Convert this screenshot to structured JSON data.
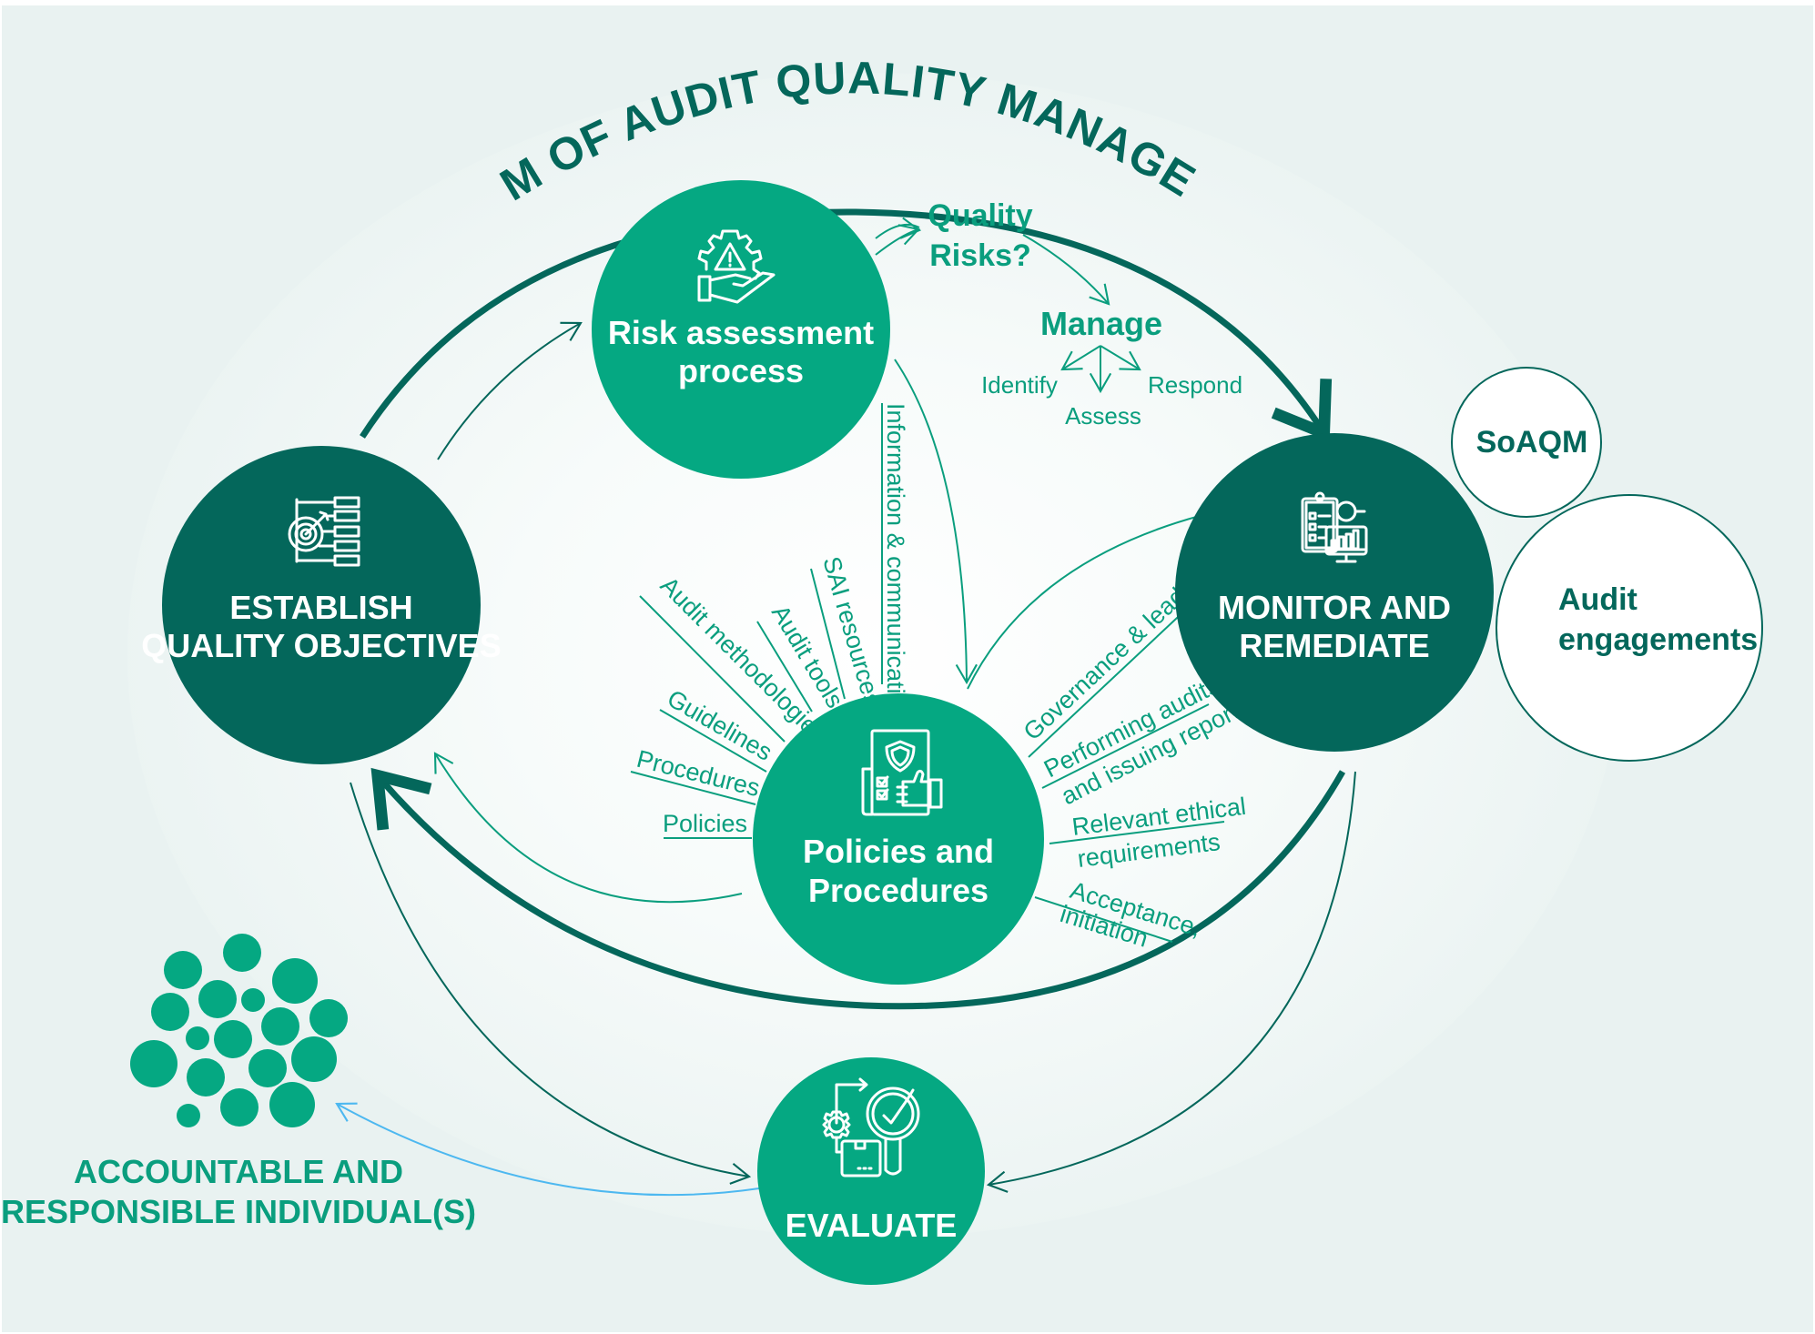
{
  "title": "SYSTEM OF AUDIT QUALITY MANAGEMENT?",
  "colors": {
    "dark_green": "#04675B",
    "mid_green": "#05A882",
    "text_green": "#0A9E7E",
    "blue_link": "#4DB8F0",
    "background": "#E9F2F1"
  },
  "nodes": {
    "establish": {
      "line1": "ESTABLISH",
      "line2": "QUALITY OBJECTIVES",
      "icon": "target-objectives-icon"
    },
    "risk": {
      "line1": "Risk assessment",
      "line2": "process",
      "icon": "risk-gear-hand-icon"
    },
    "monitor": {
      "line1": "MONITOR AND",
      "line2": "REMEDIATE",
      "icon": "monitor-checklist-chart-icon"
    },
    "policies": {
      "line1": "Policies and",
      "line2": "Procedures",
      "icon": "policy-document-thumbs-up-icon"
    },
    "evaluate": {
      "line1": "EVALUATE",
      "icon": "evaluate-gear-magnifier-icon"
    },
    "soaqm": {
      "label": "SoAQM"
    },
    "audit_engagements": {
      "line1": "Audit",
      "line2": "engagements"
    },
    "accountable": {
      "line1": "ACCOUNTABLE AND",
      "line2": "RESPONSIBLE INDIVIDUAL(S)",
      "icon": "people-dots-icon"
    }
  },
  "risk_flow": {
    "quality_risks_line1": "Quality",
    "quality_risks_line2": "Risks?",
    "manage": "Manage",
    "identify": "Identify",
    "assess": "Assess",
    "respond": "Respond"
  },
  "information_communication": "Information & communication",
  "left_components": [
    "Policies",
    "Procedures",
    "Guidelines",
    "Audit methodologies",
    "Audit tools",
    "SAI resources"
  ],
  "right_components": {
    "governance": "Governance & leadership",
    "performing_line1": "Performing audits",
    "performing_line2": "and issuing reports",
    "ethical_line1": "Relevant ethical",
    "ethical_line2": "requirements",
    "acceptance_line1": "Acceptance,",
    "acceptance_line2": "initiation"
  }
}
